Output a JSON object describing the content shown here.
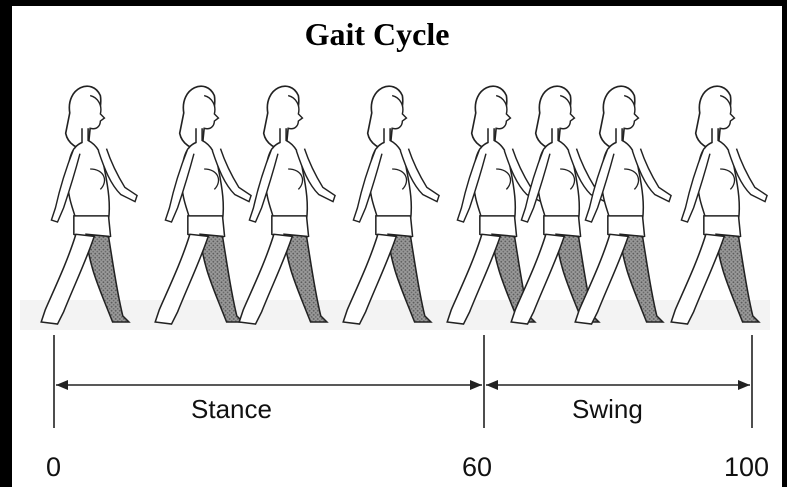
{
  "title": "Gait Cycle",
  "phases": [
    {
      "label": "Stance",
      "start": 0,
      "end": 60
    },
    {
      "label": "Swing",
      "start": 60,
      "end": 100
    }
  ],
  "ticks": [
    "0",
    "60",
    "100"
  ],
  "figure_count": 8,
  "colors": {
    "background": "#ffffff",
    "frame": "#000000",
    "ink": "#222222",
    "shaded_leg": "#8a8a8a"
  }
}
